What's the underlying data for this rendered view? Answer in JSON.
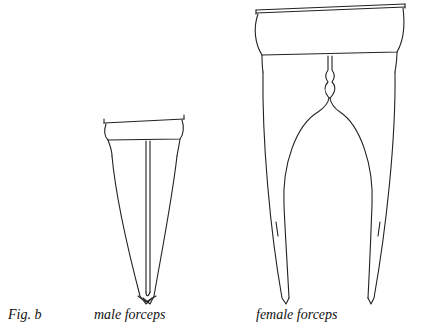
{
  "diagram": {
    "labels": [
      "Fig. b",
      "male forceps",
      "female forceps"
    ]
  }
}
